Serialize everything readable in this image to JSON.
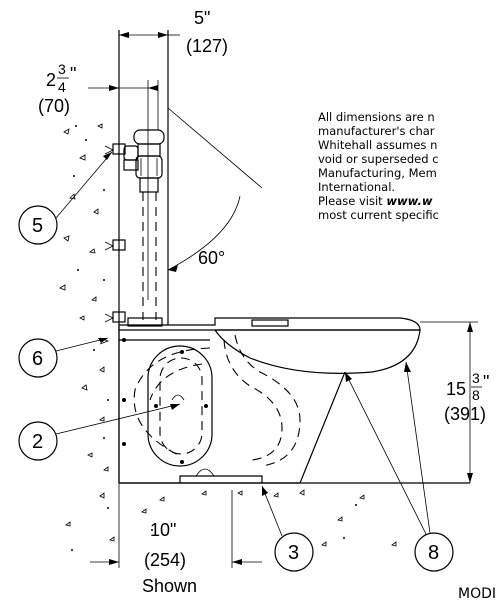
{
  "dimensions": {
    "top_width": {
      "fraction": "5\"",
      "mm": "(127)"
    },
    "left_offset": {
      "whole": "2",
      "num": "3",
      "den": "4",
      "unit": "\"",
      "mm": "(70)"
    },
    "angle": "60°",
    "height": {
      "whole": "15",
      "num": "3",
      "den": "8",
      "unit": "\"",
      "mm": "(391)"
    },
    "rough_in": {
      "inch": "10\"",
      "mm": "(254)",
      "label": "Shown"
    }
  },
  "callouts": [
    "5",
    "6",
    "2",
    "3",
    "8"
  ],
  "notes": {
    "line1": "All dimensions are n",
    "line2": "manufacturer's char",
    "line3": "Whitehall assumes n",
    "line4": "void or superseded c",
    "line5": "Manufacturing, Mem",
    "line6": "International.",
    "line7_prefix": "Please visit ",
    "line7_link": "www.w",
    "line8": "most current specific"
  },
  "footer_fragment": "MODI",
  "colors": {
    "line": "#000000",
    "background": "#ffffff"
  }
}
